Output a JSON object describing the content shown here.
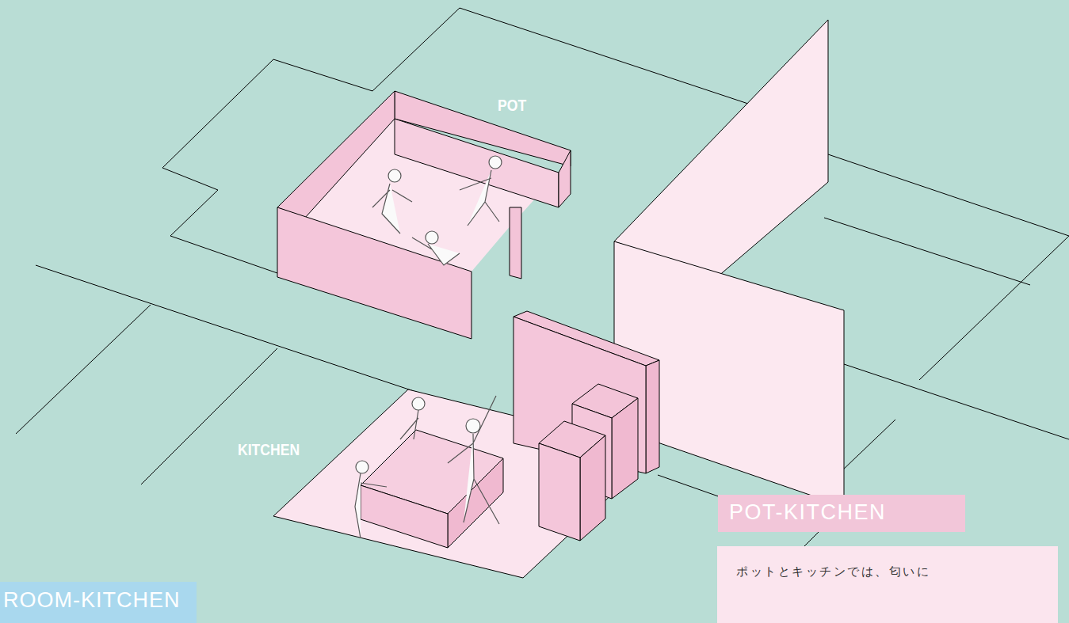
{
  "diagram": {
    "nodes": [
      {
        "text": [
          "POT-KITCHEN"
        ]
      },
      {
        "text": [
          "ポットとキッチンでは、匂いに"
        ]
      },
      {
        "text": [
          "ROOM-KITCHEN"
        ]
      }
    ],
    "labels": [
      "POT",
      "KITCHEN"
    ]
  }
}
